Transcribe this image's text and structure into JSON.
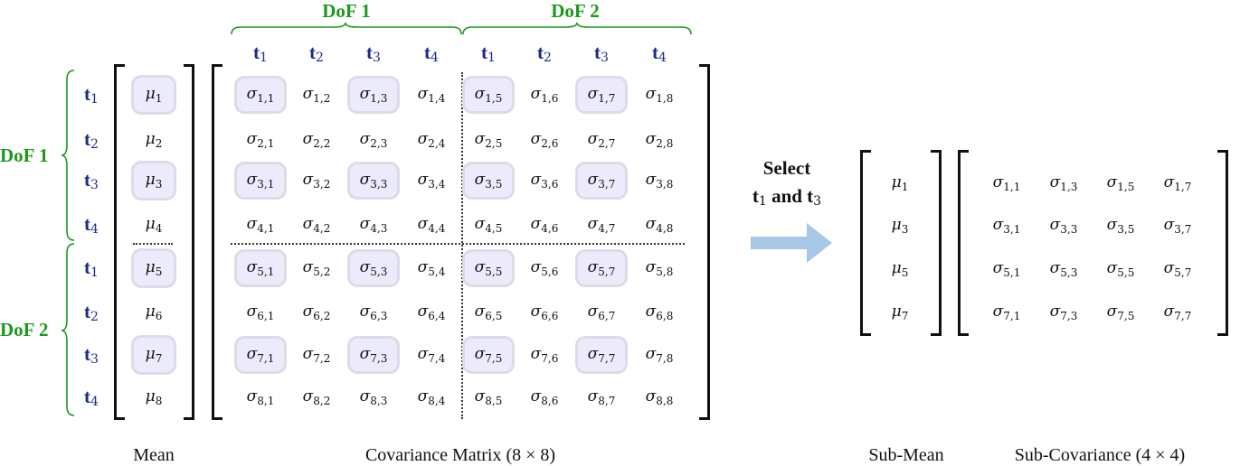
{
  "dof_labels": {
    "row_dof1": "DoF 1",
    "row_dof2": "DoF 2",
    "col_dof1": "DoF 1",
    "col_dof2": "DoF 2"
  },
  "time_labels": [
    "t1",
    "t2",
    "t3",
    "t4",
    "t1",
    "t2",
    "t3",
    "t4"
  ],
  "time_label_parts": [
    {
      "base": "t",
      "sub": "1"
    },
    {
      "base": "t",
      "sub": "2"
    },
    {
      "base": "t",
      "sub": "3"
    },
    {
      "base": "t",
      "sub": "4"
    },
    {
      "base": "t",
      "sub": "1"
    },
    {
      "base": "t",
      "sub": "2"
    },
    {
      "base": "t",
      "sub": "3"
    },
    {
      "base": "t",
      "sub": "4"
    }
  ],
  "mean": {
    "symbol": "μ",
    "entries": [
      "1",
      "2",
      "3",
      "4",
      "5",
      "6",
      "7",
      "8"
    ],
    "highlighted": [
      1,
      3,
      5,
      7
    ]
  },
  "covariance": {
    "symbol": "σ",
    "size": 8,
    "highlighted_rows": [
      1,
      3,
      5,
      7
    ],
    "highlighted_cols": [
      1,
      3,
      5,
      7
    ]
  },
  "arrow": {
    "line1": "Select",
    "line2_prefix": "t",
    "line2_sub1": "1",
    "line2_mid": " and t",
    "line2_sub2": "3",
    "color": "#a6c8e6"
  },
  "sub_mean": {
    "symbol": "μ",
    "entries": [
      "1",
      "3",
      "5",
      "7"
    ]
  },
  "sub_covariance": {
    "symbol": "σ",
    "indices": [
      "1",
      "3",
      "5",
      "7"
    ]
  },
  "captions": {
    "mean": "Mean",
    "covariance": "Covariance Matrix (8 × 8)",
    "sub_mean": "Sub-Mean",
    "sub_covariance": "Sub-Covariance (4 × 4)"
  },
  "colors": {
    "dof_green": "#1a9a1a",
    "time_blue": "#1a2a8c",
    "highlight_fill": "#ebebfb",
    "highlight_border": "#dcdce8"
  }
}
